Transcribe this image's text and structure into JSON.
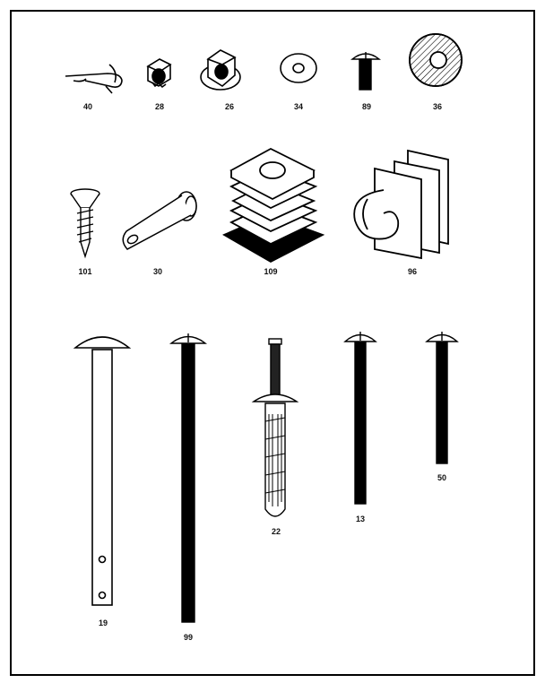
{
  "labels": {
    "cotter_pin": "40",
    "keps_nut": "28",
    "flange_nut": "26",
    "flat_washer": "34",
    "truss_screw_short": "89",
    "felt_pad": "36",
    "wood_screw": "101",
    "clevis_pin": "30",
    "square_leg_insert": "109",
    "tube_clip": "96",
    "axle_pin": "19",
    "bolt_long": "99",
    "expansion_anchor": "22",
    "bolt_medium": "13",
    "bolt_short": "50"
  },
  "colors": {
    "line": "#000000",
    "paper": "#ffffff"
  }
}
